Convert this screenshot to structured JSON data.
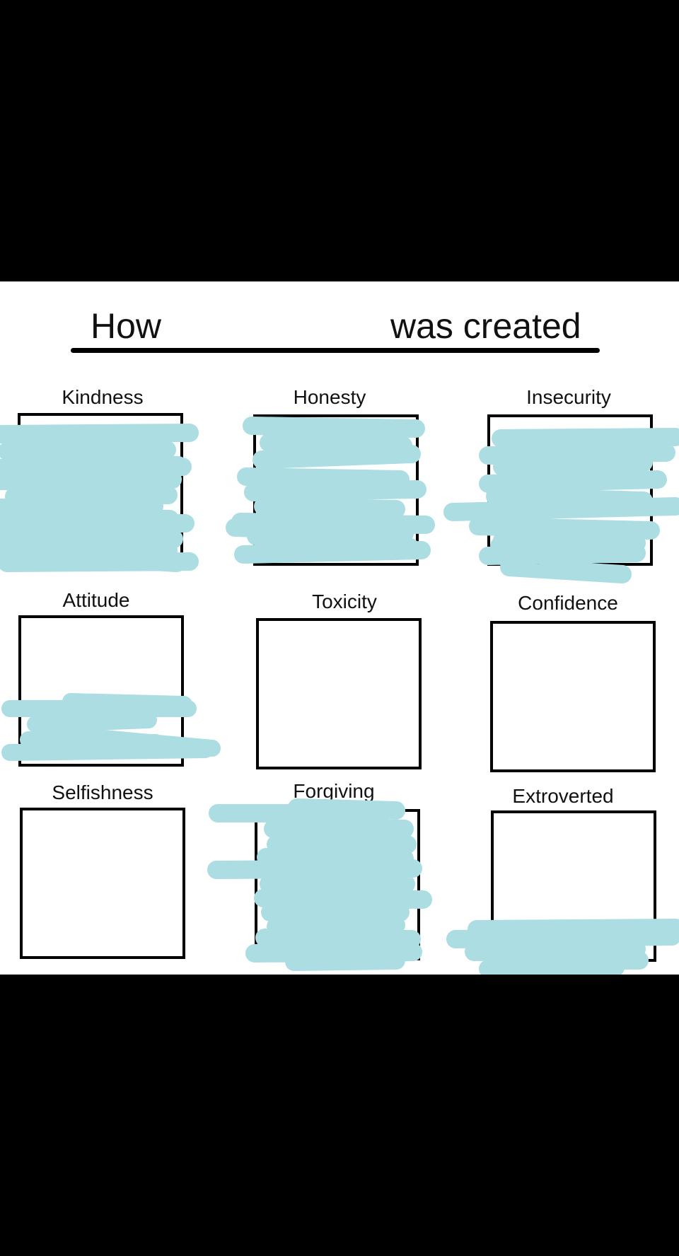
{
  "title": {
    "prefix": "How",
    "suffix": "was created"
  },
  "traits": [
    {
      "label": "Kindness"
    },
    {
      "label": "Honesty"
    },
    {
      "label": "Insecurity"
    },
    {
      "label": "Attitude"
    },
    {
      "label": "Toxicity"
    },
    {
      "label": "Confidence"
    },
    {
      "label": "Selfishness"
    },
    {
      "label": "Forgiving"
    },
    {
      "label": "Extroverted"
    }
  ],
  "colors": {
    "scribble": "#ABDDE3",
    "frame": "#000000",
    "background": "#FFFFFF"
  }
}
